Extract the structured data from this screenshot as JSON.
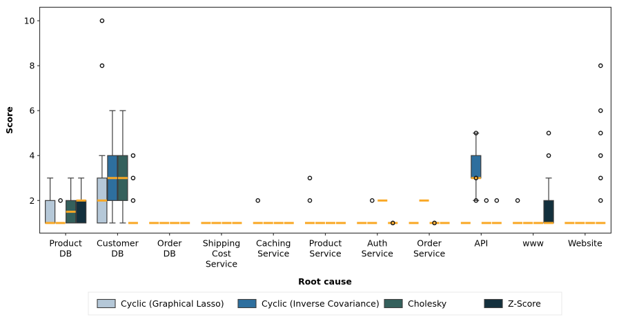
{
  "chart_data": {
    "type": "box",
    "title": "",
    "xlabel": "Root cause",
    "ylabel": "Score",
    "ylim": [
      0.55,
      10.6
    ],
    "yticks": [
      2,
      4,
      6,
      8,
      10
    ],
    "ytick_labels": [
      "2",
      "4",
      "6",
      "8",
      "10"
    ],
    "grid": false,
    "legend_position": "bottom",
    "categories": [
      "Product\nDB",
      "Customer\nDB",
      "Order\nDB",
      "Shipping\nCost\nService",
      "Caching\nService",
      "Product\nService",
      "Auth\nService",
      "Order\nService",
      "API",
      "www",
      "Website"
    ],
    "category_labels": [
      [
        "Product",
        "DB"
      ],
      [
        "Customer",
        "DB"
      ],
      [
        "Order",
        "DB"
      ],
      [
        "Shipping",
        "Cost",
        "Service"
      ],
      [
        "Caching",
        "Service"
      ],
      [
        "Product",
        "Service"
      ],
      [
        "Auth",
        "Service"
      ],
      [
        "Order",
        "Service"
      ],
      [
        "API"
      ],
      [
        "www"
      ],
      [
        "Website"
      ]
    ],
    "series": [
      {
        "name": "Cyclic (Graphical Lasso)",
        "color": "#b5c8d8"
      },
      {
        "name": "Cyclic (Inverse Covariance)",
        "color": "#2e6f9e"
      },
      {
        "name": "Cholesky",
        "color": "#34605c"
      },
      {
        "name": "Z-Score",
        "color": "#13303d"
      }
    ],
    "median_color": "#f9a825",
    "box_edge_color": "#3c3c3c",
    "whisker_color": "#3c3c3c",
    "flier_edge_color": "#111111",
    "boxes": [
      {
        "category": "Product\nDB",
        "series": "Cyclic (Graphical Lasso)",
        "q1": 1,
        "median": 1,
        "q3": 2,
        "whisker_low": 1,
        "whisker_high": 3,
        "outliers": []
      },
      {
        "category": "Product\nDB",
        "series": "Cyclic (Inverse Covariance)",
        "q1": 1,
        "median": 1,
        "q3": 1,
        "whisker_low": 1,
        "whisker_high": 1,
        "outliers": [
          2
        ]
      },
      {
        "category": "Product\nDB",
        "series": "Cholesky",
        "q1": 1,
        "median": 1.5,
        "q3": 2,
        "whisker_low": 1,
        "whisker_high": 3,
        "outliers": []
      },
      {
        "category": "Product\nDB",
        "series": "Z-Score",
        "q1": 1,
        "median": 2,
        "q3": 2,
        "whisker_low": 1,
        "whisker_high": 3,
        "outliers": []
      },
      {
        "category": "Customer\nDB",
        "series": "Cyclic (Graphical Lasso)",
        "q1": 1,
        "median": 2,
        "q3": 3,
        "whisker_low": 1,
        "whisker_high": 4,
        "outliers": [
          10,
          8
        ]
      },
      {
        "category": "Customer\nDB",
        "series": "Cyclic (Inverse Covariance)",
        "q1": 2,
        "median": 3,
        "q3": 4,
        "whisker_low": 1,
        "whisker_high": 6,
        "outliers": []
      },
      {
        "category": "Customer\nDB",
        "series": "Cholesky",
        "q1": 2,
        "median": 3,
        "q3": 4,
        "whisker_low": 1,
        "whisker_high": 6,
        "outliers": []
      },
      {
        "category": "Customer\nDB",
        "series": "Z-Score",
        "q1": 1,
        "median": 1,
        "q3": 1,
        "whisker_low": 1,
        "whisker_high": 1,
        "outliers": [
          4,
          3,
          2
        ]
      },
      {
        "category": "Order\nDB",
        "series": "Cyclic (Graphical Lasso)",
        "q1": 1,
        "median": 1,
        "q3": 1,
        "whisker_low": 1,
        "whisker_high": 1,
        "outliers": []
      },
      {
        "category": "Order\nDB",
        "series": "Cyclic (Inverse Covariance)",
        "q1": 1,
        "median": 1,
        "q3": 1,
        "whisker_low": 1,
        "whisker_high": 1,
        "outliers": []
      },
      {
        "category": "Order\nDB",
        "series": "Cholesky",
        "q1": 1,
        "median": 1,
        "q3": 1,
        "whisker_low": 1,
        "whisker_high": 1,
        "outliers": []
      },
      {
        "category": "Order\nDB",
        "series": "Z-Score",
        "q1": 1,
        "median": 1,
        "q3": 1,
        "whisker_low": 1,
        "whisker_high": 1,
        "outliers": []
      },
      {
        "category": "Shipping\nCost\nService",
        "series": "Cyclic (Graphical Lasso)",
        "q1": 1,
        "median": 1,
        "q3": 1,
        "whisker_low": 1,
        "whisker_high": 1,
        "outliers": []
      },
      {
        "category": "Shipping\nCost\nService",
        "series": "Cyclic (Inverse Covariance)",
        "q1": 1,
        "median": 1,
        "q3": 1,
        "whisker_low": 1,
        "whisker_high": 1,
        "outliers": []
      },
      {
        "category": "Shipping\nCost\nService",
        "series": "Cholesky",
        "q1": 1,
        "median": 1,
        "q3": 1,
        "whisker_low": 1,
        "whisker_high": 1,
        "outliers": []
      },
      {
        "category": "Shipping\nCost\nService",
        "series": "Z-Score",
        "q1": 1,
        "median": 1,
        "q3": 1,
        "whisker_low": 1,
        "whisker_high": 1,
        "outliers": []
      },
      {
        "category": "Caching\nService",
        "series": "Cyclic (Graphical Lasso)",
        "q1": 1,
        "median": 1,
        "q3": 1,
        "whisker_low": 1,
        "whisker_high": 1,
        "outliers": [
          2
        ]
      },
      {
        "category": "Caching\nService",
        "series": "Cyclic (Inverse Covariance)",
        "q1": 1,
        "median": 1,
        "q3": 1,
        "whisker_low": 1,
        "whisker_high": 1,
        "outliers": []
      },
      {
        "category": "Caching\nService",
        "series": "Cholesky",
        "q1": 1,
        "median": 1,
        "q3": 1,
        "whisker_low": 1,
        "whisker_high": 1,
        "outliers": []
      },
      {
        "category": "Caching\nService",
        "series": "Z-Score",
        "q1": 1,
        "median": 1,
        "q3": 1,
        "whisker_low": 1,
        "whisker_high": 1,
        "outliers": []
      },
      {
        "category": "Product\nService",
        "series": "Cyclic (Graphical Lasso)",
        "q1": 1,
        "median": 1,
        "q3": 1,
        "whisker_low": 1,
        "whisker_high": 1,
        "outliers": [
          3,
          2
        ]
      },
      {
        "category": "Product\nService",
        "series": "Cyclic (Inverse Covariance)",
        "q1": 1,
        "median": 1,
        "q3": 1,
        "whisker_low": 1,
        "whisker_high": 1,
        "outliers": []
      },
      {
        "category": "Product\nService",
        "series": "Cholesky",
        "q1": 1,
        "median": 1,
        "q3": 1,
        "whisker_low": 1,
        "whisker_high": 1,
        "outliers": []
      },
      {
        "category": "Product\nService",
        "series": "Z-Score",
        "q1": 1,
        "median": 1,
        "q3": 1,
        "whisker_low": 1,
        "whisker_high": 1,
        "outliers": []
      },
      {
        "category": "Auth\nService",
        "series": "Cyclic (Graphical Lasso)",
        "q1": 1,
        "median": 1,
        "q3": 1,
        "whisker_low": 1,
        "whisker_high": 1,
        "outliers": []
      },
      {
        "category": "Auth\nService",
        "series": "Cyclic (Inverse Covariance)",
        "q1": 1,
        "median": 1,
        "q3": 1,
        "whisker_low": 1,
        "whisker_high": 1,
        "outliers": [
          2
        ]
      },
      {
        "category": "Auth\nService",
        "series": "Cholesky",
        "q1": 2,
        "median": 2,
        "q3": 2,
        "whisker_low": 2,
        "whisker_high": 2,
        "outliers": []
      },
      {
        "category": "Auth\nService",
        "series": "Z-Score",
        "q1": 1,
        "median": 1,
        "q3": 1,
        "whisker_low": 1,
        "whisker_high": 1,
        "outliers": [
          1
        ]
      },
      {
        "category": "Order\nService",
        "series": "Cyclic (Graphical Lasso)",
        "q1": 1,
        "median": 1,
        "q3": 1,
        "whisker_low": 1,
        "whisker_high": 1,
        "outliers": []
      },
      {
        "category": "Order\nService",
        "series": "Cyclic (Inverse Covariance)",
        "q1": 2,
        "median": 2,
        "q3": 2,
        "whisker_low": 2,
        "whisker_high": 2,
        "outliers": []
      },
      {
        "category": "Order\nService",
        "series": "Cholesky",
        "q1": 1,
        "median": 1,
        "q3": 1,
        "whisker_low": 1,
        "whisker_high": 1,
        "outliers": [
          1
        ]
      },
      {
        "category": "Order\nService",
        "series": "Z-Score",
        "q1": 1,
        "median": 1,
        "q3": 1,
        "whisker_low": 1,
        "whisker_high": 1,
        "outliers": []
      },
      {
        "category": "API",
        "series": "Cyclic (Graphical Lasso)",
        "q1": 1,
        "median": 1,
        "q3": 1,
        "whisker_low": 1,
        "whisker_high": 1,
        "outliers": []
      },
      {
        "category": "API",
        "series": "Cyclic (Inverse Covariance)",
        "q1": 3,
        "median": 3,
        "q3": 4,
        "whisker_low": 2,
        "whisker_high": 5,
        "outliers": [
          5,
          3,
          2
        ]
      },
      {
        "category": "API",
        "series": "Cholesky",
        "q1": 1,
        "median": 1,
        "q3": 1,
        "whisker_low": 1,
        "whisker_high": 1,
        "outliers": [
          2
        ]
      },
      {
        "category": "API",
        "series": "Z-Score",
        "q1": 1,
        "median": 1,
        "q3": 1,
        "whisker_low": 1,
        "whisker_high": 1,
        "outliers": [
          2
        ]
      },
      {
        "category": "www",
        "series": "Cyclic (Graphical Lasso)",
        "q1": 1,
        "median": 1,
        "q3": 1,
        "whisker_low": 1,
        "whisker_high": 1,
        "outliers": [
          2
        ]
      },
      {
        "category": "www",
        "series": "Cyclic (Inverse Covariance)",
        "q1": 1,
        "median": 1,
        "q3": 1,
        "whisker_low": 1,
        "whisker_high": 1,
        "outliers": []
      },
      {
        "category": "www",
        "series": "Cholesky",
        "q1": 1,
        "median": 1,
        "q3": 1,
        "whisker_low": 1,
        "whisker_high": 1,
        "outliers": []
      },
      {
        "category": "www",
        "series": "Z-Score",
        "q1": 1,
        "median": 1,
        "q3": 2,
        "whisker_low": 1,
        "whisker_high": 3,
        "outliers": [
          5,
          4
        ]
      },
      {
        "category": "Website",
        "series": "Cyclic (Graphical Lasso)",
        "q1": 1,
        "median": 1,
        "q3": 1,
        "whisker_low": 1,
        "whisker_high": 1,
        "outliers": []
      },
      {
        "category": "Website",
        "series": "Cyclic (Inverse Covariance)",
        "q1": 1,
        "median": 1,
        "q3": 1,
        "whisker_low": 1,
        "whisker_high": 1,
        "outliers": []
      },
      {
        "category": "Website",
        "series": "Cholesky",
        "q1": 1,
        "median": 1,
        "q3": 1,
        "whisker_low": 1,
        "whisker_high": 1,
        "outliers": []
      },
      {
        "category": "Website",
        "series": "Z-Score",
        "q1": 1,
        "median": 1,
        "q3": 1,
        "whisker_low": 1,
        "whisker_high": 1,
        "outliers": [
          8,
          6,
          5,
          4,
          3,
          2
        ]
      }
    ]
  },
  "legend": {
    "items": [
      {
        "label": "Cyclic (Graphical Lasso)",
        "color": "#b5c8d8"
      },
      {
        "label": "Cyclic (Inverse Covariance)",
        "color": "#2e6f9e"
      },
      {
        "label": "Cholesky",
        "color": "#34605c"
      },
      {
        "label": "Z-Score",
        "color": "#13303d"
      }
    ]
  }
}
